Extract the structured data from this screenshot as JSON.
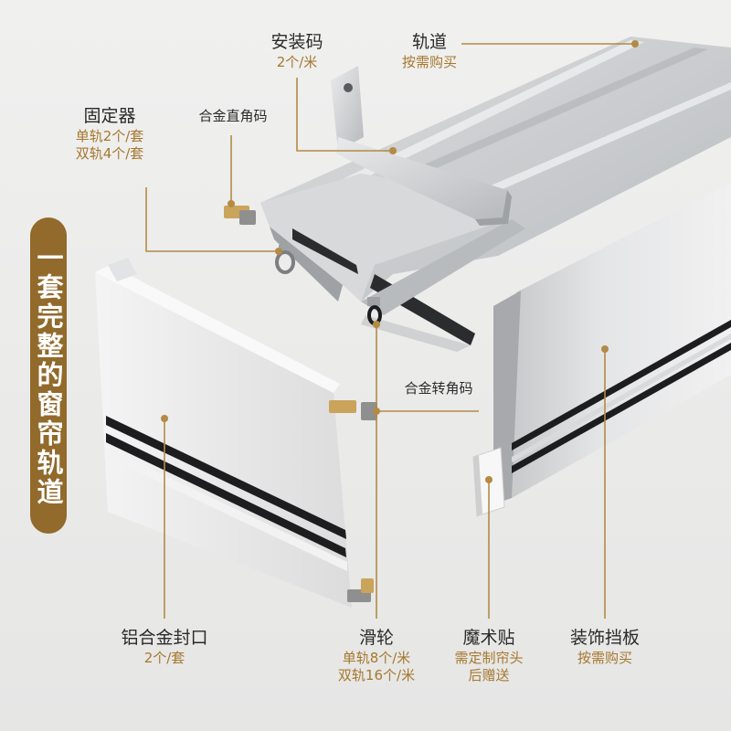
{
  "banner": "一套完整的窗帘轨道",
  "labels": {
    "install_code": {
      "title": "安装码",
      "sub": "2个/米"
    },
    "track": {
      "title": "轨道",
      "sub": "按需购买"
    },
    "alloy_right_angle": {
      "title": "合金直角码"
    },
    "fixer": {
      "title": "固定器",
      "sub1": "单轨2个/套",
      "sub2": "双轨4个/套"
    },
    "alloy_corner": {
      "title": "合金转角码"
    },
    "end_cap": {
      "title": "铝合金封口",
      "sub": "2个/套"
    },
    "pulley": {
      "title": "滑轮",
      "sub1": "单轨8个/米",
      "sub2": "双轨16个/米"
    },
    "velcro": {
      "title": "魔术贴",
      "sub1": "需定制帘头",
      "sub2": "后赠送"
    },
    "valance": {
      "title": "装饰挡板",
      "sub": "按需购买"
    }
  },
  "colors": {
    "accent_gold": "#a6782e",
    "banner_bg": "#916a2c",
    "leader_line": "#b48a45",
    "aluminum": "#c8cacc",
    "stripe_black": "#1d1d1f"
  }
}
